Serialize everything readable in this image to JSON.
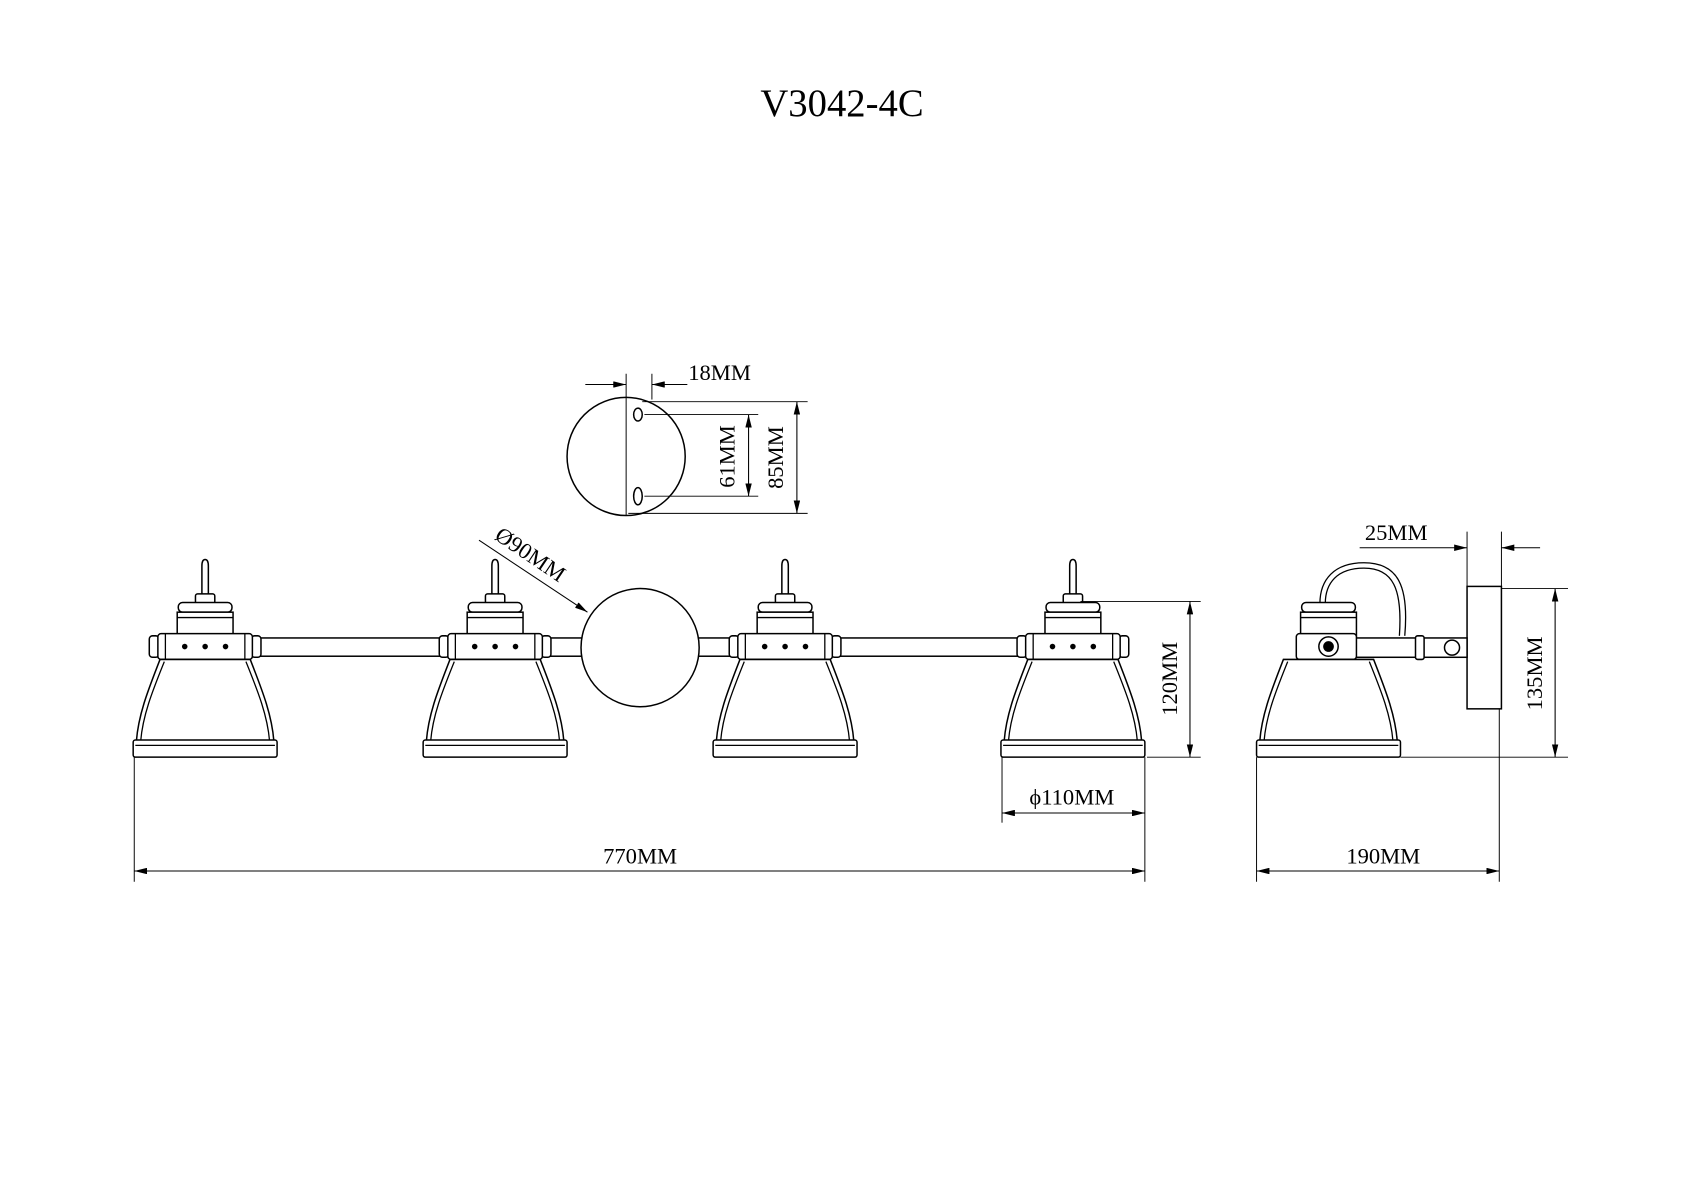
{
  "title": "V3042-4C",
  "top_view": {
    "slot_offset": "18MM",
    "slot_spacing": "61MM",
    "plate_height": "85MM"
  },
  "front_view": {
    "canopy_diameter": "Ø90MM",
    "height": "120MM",
    "shade_diameter": "ϕ110MM",
    "overall_width": "770MM"
  },
  "side_view": {
    "plate_depth": "25MM",
    "height": "135MM",
    "projection": "190MM"
  },
  "colors": {
    "line": "#000000",
    "background": "#ffffff"
  }
}
